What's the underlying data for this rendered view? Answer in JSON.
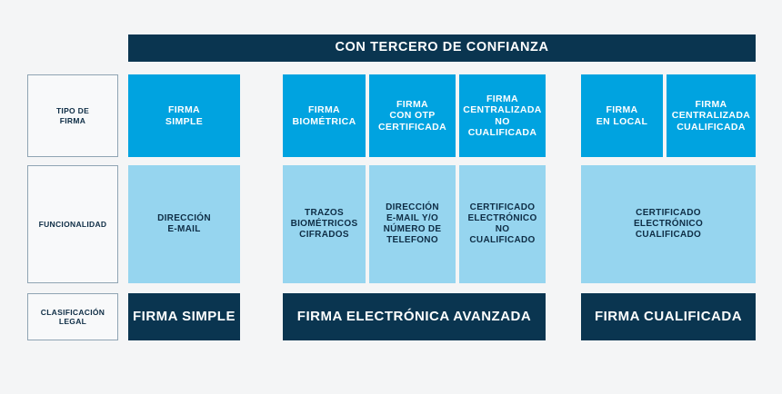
{
  "colors": {
    "background": "#f4f5f6",
    "navy": "#0a3550",
    "bright_blue": "#00a3e0",
    "light_blue": "#96d5ef",
    "label_border": "#8fa4b3",
    "label_bg": "#f8f9fa",
    "text_light": "#ffffff",
    "text_dark": "#0e2d45"
  },
  "header": {
    "title": "CON TERCERO DE CONFIANZA"
  },
  "row_labels": [
    {
      "id": "tipo-de-firma",
      "text": "TIPO DE\nFIRMA"
    },
    {
      "id": "funcionalidad",
      "text": "FUNCIONALIDAD"
    },
    {
      "id": "clasificacion-legal",
      "text": "CLASIFICACIÓN\nLEGAL"
    }
  ],
  "groups": [
    {
      "id": "firma-simple",
      "types": [
        {
          "id": "firma-simple",
          "text": "FIRMA\nSIMPLE"
        }
      ],
      "functions": [
        {
          "id": "direccion-email",
          "text": "DIRECCIÓN\nE-MAIL"
        }
      ],
      "legal": {
        "id": "firma-simple-legal",
        "text": "FIRMA SIMPLE"
      }
    },
    {
      "id": "firma-electronica-avanzada",
      "types": [
        {
          "id": "firma-biometrica",
          "text": "FIRMA\nBIOMÉTRICA"
        },
        {
          "id": "firma-con-otp-certificada",
          "text": "FIRMA\nCON OTP\nCERTIFICADA"
        },
        {
          "id": "firma-centralizada-no-cualificada",
          "text": "FIRMA\nCENTRALIZADA\nNO\nCUALIFICADA"
        }
      ],
      "functions": [
        {
          "id": "trazos-biometricos-cifrados",
          "text": "TRAZOS\nBIOMÉTRICOS\nCIFRADOS"
        },
        {
          "id": "direccion-email-y-o-numero-de-telefono",
          "text": "DIRECCIÓN\nE-MAIL Y/O\nNÚMERO DE\nTELEFONO"
        },
        {
          "id": "certificado-electronico-no-cualificado",
          "text": "CERTIFICADO\nELECTRÓNICO\nNO\nCUALIFICADO"
        }
      ],
      "legal": {
        "id": "firma-electronica-avanzada-legal",
        "text": "FIRMA ELECTRÓNICA AVANZADA"
      }
    },
    {
      "id": "firma-cualificada",
      "types": [
        {
          "id": "firma-en-local",
          "text": "FIRMA\nEN LOCAL"
        },
        {
          "id": "firma-centralizada-cualificada",
          "text": "FIRMA\nCENTRALIZADA\nCUALIFICADA"
        }
      ],
      "functions": [
        {
          "id": "certificado-electronico-cualificado",
          "text": "CERTIFICADO\nELECTRÓNICO\nCUALIFICADO"
        }
      ],
      "legal": {
        "id": "firma-cualificada-legal",
        "text": "FIRMA CUALIFICADA"
      }
    }
  ]
}
